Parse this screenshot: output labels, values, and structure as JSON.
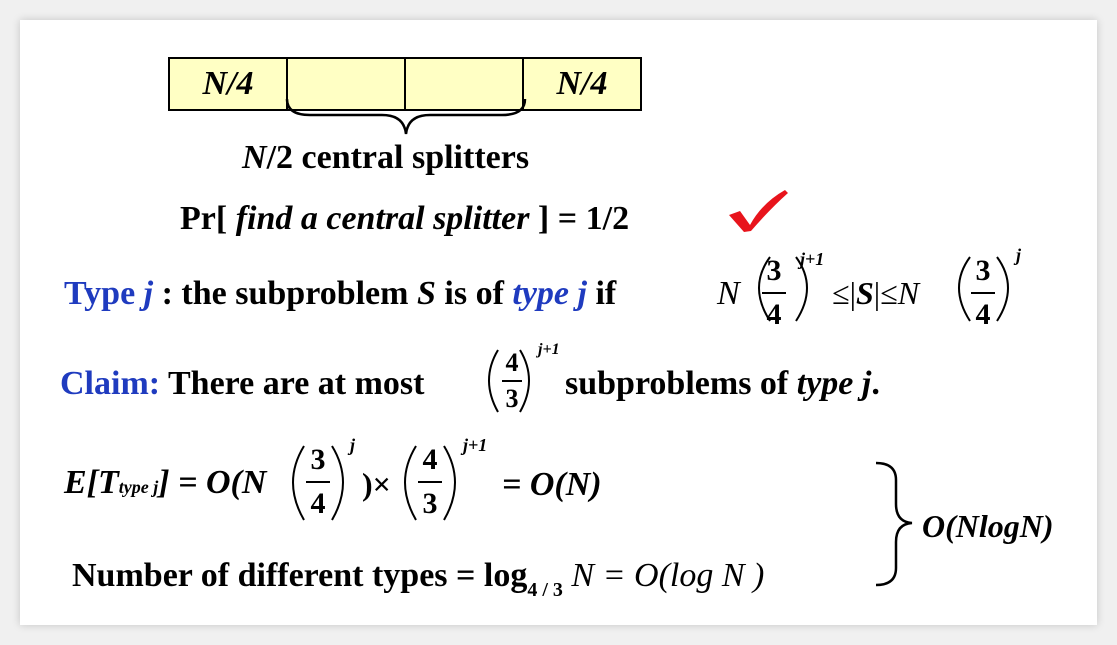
{
  "cells": [
    "N/4",
    "",
    "",
    "N/4"
  ],
  "central_label": {
    "n": "N",
    "rest": "/2 central splitters"
  },
  "prob": {
    "pre": "Pr[ ",
    "it": "find a central splitter",
    "post": " ] = 1/2"
  },
  "check_icon": "checkmark",
  "type_line": {
    "label": "Type ",
    "j": "j",
    "mid": " : the subproblem ",
    "S": "S",
    "mid2": " is of ",
    "typej": "type j",
    "end": " if"
  },
  "type_formula": {
    "N": "N",
    "num": "3",
    "den": "4",
    "exp1": "j+1",
    "mid": "≤| S |≤ ",
    "N2": "N",
    "exp2": "j"
  },
  "claim": {
    "label": "Claim:",
    "text": " There are at most",
    "num": "4",
    "den": "3",
    "exp": "j+1",
    "after": "subproblems of ",
    "typej": "type j",
    "dot": "."
  },
  "expectation": {
    "E": "E",
    "T": "[T",
    "sub": "type  j",
    "eq": "] = O(N",
    "num1": "3",
    "den1": "4",
    "exp1": "j",
    "times": ")×",
    "num2": "4",
    "den2": "3",
    "exp2": "j+1",
    "result": "= O(N)"
  },
  "types_line": {
    "text": "Number of different types =  log",
    "sub": "4 / 3",
    "rest": " N = O(log N )"
  },
  "total": "O(NlogN)",
  "colors": {
    "highlight": "#ffffc4",
    "blue": "#1f3bbf",
    "check": "#e8141c"
  }
}
